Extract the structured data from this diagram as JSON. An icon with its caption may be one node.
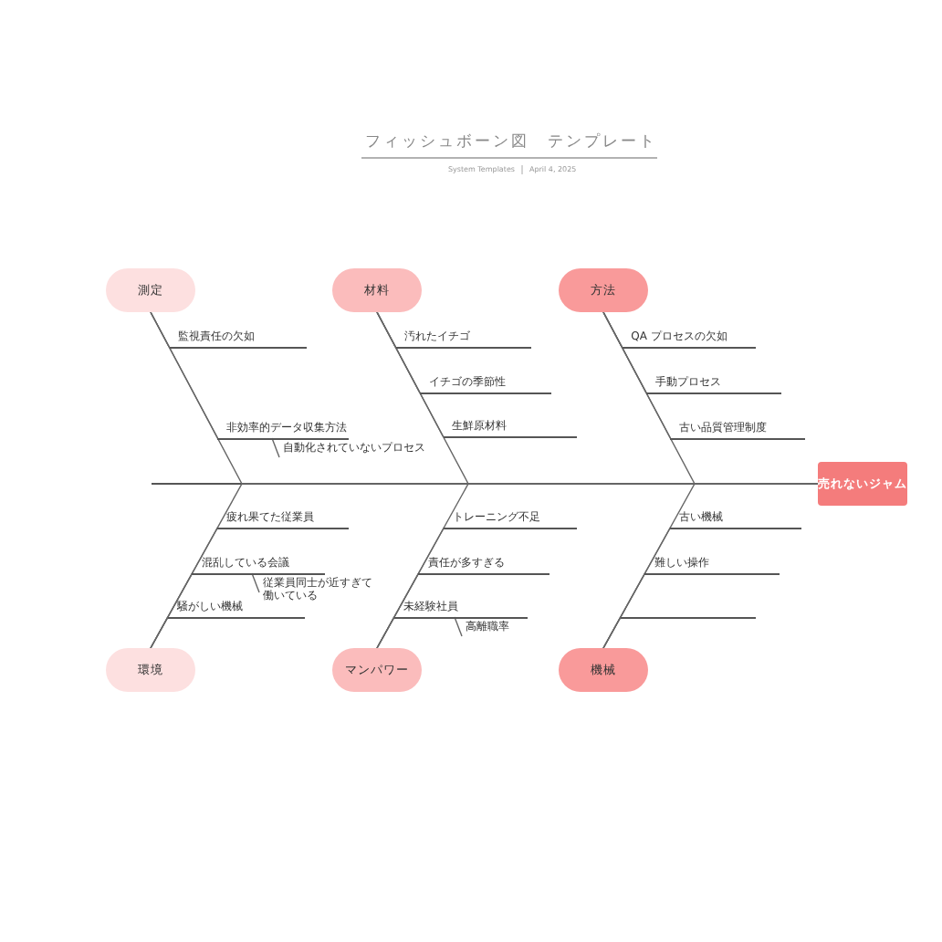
{
  "diagram": {
    "title": "フィッシュボーン図　テンプレート",
    "nodes": [
      {
        "text": [
          "測定"
        ]
      },
      {
        "text": [
          "材料"
        ]
      },
      {
        "text": [
          "方法"
        ]
      },
      {
        "text": [
          "監視責任の欠如"
        ]
      },
      {
        "text": [
          "非効率的データ収集方法"
        ]
      },
      {
        "text": [
          "自動化されていないプロセス"
        ]
      },
      {
        "text": [
          "汚れたイチゴ"
        ]
      },
      {
        "text": [
          "イチゴの季節性"
        ]
      },
      {
        "text": [
          "生鮮原材料"
        ]
      },
      {
        "text": [
          "QA プロセスの欠如"
        ]
      },
      {
        "text": [
          "手動プロセス"
        ]
      },
      {
        "text": [
          "古い品質管理制度"
        ]
      },
      {
        "text": [
          "売れないジャム"
        ]
      },
      {
        "text": [
          "環境"
        ]
      },
      {
        "text": [
          "マンパワー"
        ]
      },
      {
        "text": [
          "機械"
        ]
      },
      {
        "text": [
          "疲れ果てた従業員"
        ]
      },
      {
        "text": [
          "混乱している会議"
        ]
      },
      {
        "text": [
          "従業員同士が近すぎて働いている"
        ]
      },
      {
        "text": [
          "騒がしい機械"
        ]
      },
      {
        "text": [
          "トレーニング不足"
        ]
      },
      {
        "text": [
          "責任が多すぎる"
        ]
      },
      {
        "text": [
          "未経験社員"
        ]
      },
      {
        "text": [
          "高離職率"
        ]
      },
      {
        "text": [
          "古い機械"
        ]
      },
      {
        "text": [
          "難しい操作"
        ]
      },
      {
        "text": [],
        "shape": "line"
      }
    ],
    "edges": [
      {
        "from": 0,
        "to": 12,
        "arrow": "none"
      },
      {
        "from": 1,
        "to": 12,
        "arrow": "none"
      },
      {
        "from": 2,
        "to": 12,
        "arrow": "none"
      },
      {
        "from": 13,
        "to": 12,
        "arrow": "none"
      },
      {
        "from": 14,
        "to": 12,
        "arrow": "none"
      },
      {
        "from": 15,
        "to": 12,
        "arrow": "none"
      },
      {
        "from": 3,
        "to": 0,
        "arrow": "none"
      },
      {
        "from": 4,
        "to": 0,
        "arrow": "none"
      },
      {
        "from": 5,
        "to": 4,
        "arrow": "none"
      },
      {
        "from": 6,
        "to": 1,
        "arrow": "none"
      },
      {
        "from": 7,
        "to": 1,
        "arrow": "none"
      },
      {
        "from": 8,
        "to": 1,
        "arrow": "none"
      },
      {
        "from": 9,
        "to": 2,
        "arrow": "none"
      },
      {
        "from": 10,
        "to": 2,
        "arrow": "none"
      },
      {
        "from": 11,
        "to": 2,
        "arrow": "none"
      },
      {
        "from": 16,
        "to": 13,
        "arrow": "none"
      },
      {
        "from": 17,
        "to": 13,
        "arrow": "none"
      },
      {
        "from": 18,
        "to": 17,
        "arrow": "none"
      },
      {
        "from": 19,
        "to": 13,
        "arrow": "none"
      },
      {
        "from": 20,
        "to": 14,
        "arrow": "none"
      },
      {
        "from": 21,
        "to": 14,
        "arrow": "none"
      },
      {
        "from": 22,
        "to": 14,
        "arrow": "none"
      },
      {
        "from": 23,
        "to": 22,
        "arrow": "none"
      },
      {
        "from": 24,
        "to": 15,
        "arrow": "none"
      },
      {
        "from": 25,
        "to": 15,
        "arrow": "none"
      },
      {
        "from": 26,
        "to": 15,
        "arrow": "none"
      }
    ],
    "labels": [
      "System Templates",
      "April 4, 2025"
    ]
  }
}
